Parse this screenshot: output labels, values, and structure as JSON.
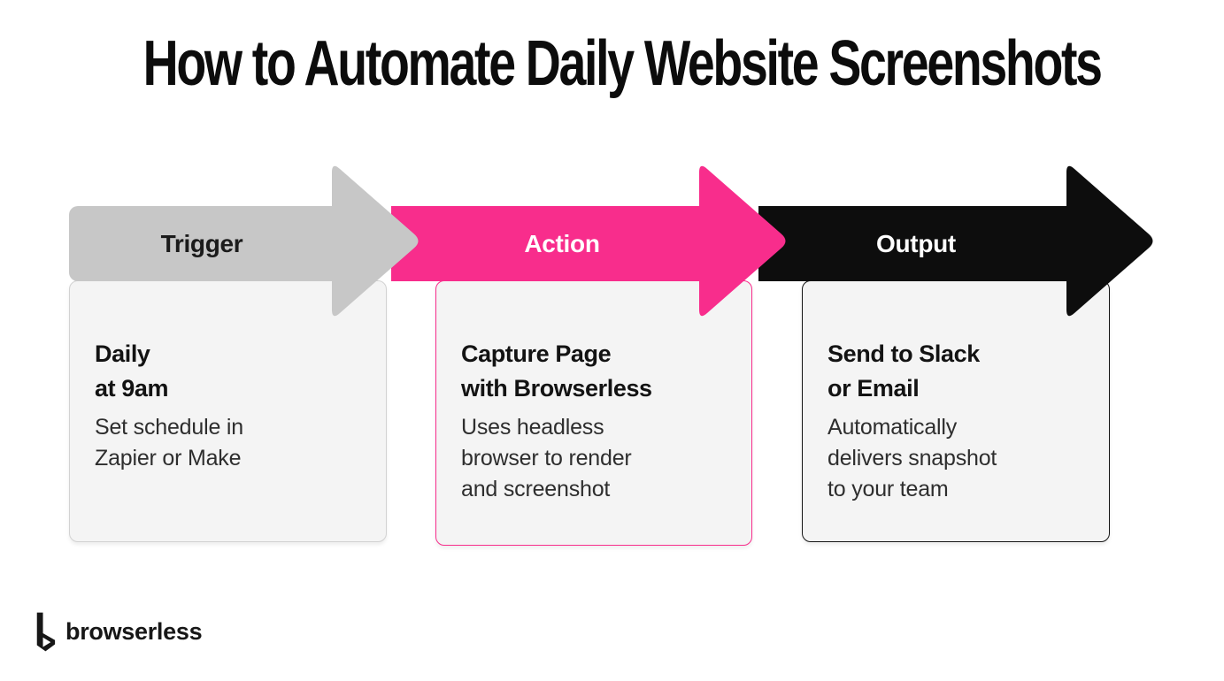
{
  "title": "How to Automate Daily Website Screenshots",
  "card_background": "#f4f4f4",
  "flow": {
    "steps": [
      {
        "label": "Trigger",
        "arrow_color": "#c7c7c7",
        "label_color": "#1b1b1b",
        "card_border_color": "#d2d2d2",
        "card_title_lines": [
          "Daily",
          "at 9am"
        ],
        "card_body_lines": [
          "Set schedule in",
          "Zapier or Make",
          ""
        ]
      },
      {
        "label": "Action",
        "arrow_color": "#f82d8c",
        "label_color": "#ffffff",
        "card_border_color": "#f82d8c",
        "card_title_lines": [
          "Capture Page",
          "with Browserless"
        ],
        "card_body_lines": [
          "Uses headless",
          "browser to render",
          "and screenshot"
        ]
      },
      {
        "label": "Output",
        "arrow_color": "#0d0d0d",
        "label_color": "#ffffff",
        "card_border_color": "#161616",
        "card_title_lines": [
          "Send to Slack",
          "or Email"
        ],
        "card_body_lines": [
          "Automatically",
          "delivers snapshot",
          "to your team"
        ]
      }
    ]
  },
  "footer": {
    "brand": "browserless"
  }
}
